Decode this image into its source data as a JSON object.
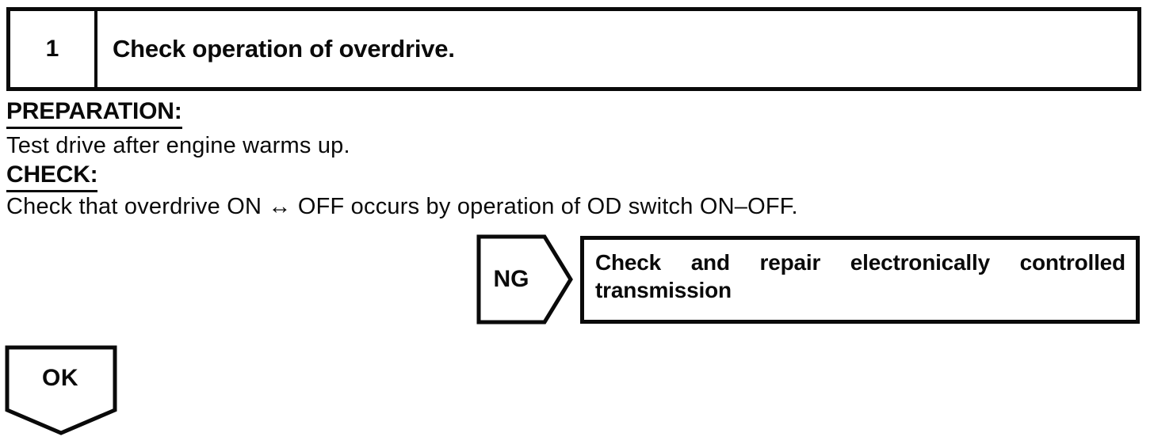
{
  "step_box": {
    "number": "1",
    "title": "Check operation of overdrive."
  },
  "preparation": {
    "heading": "PREPARATION:",
    "text": "Test drive after engine warms up."
  },
  "check": {
    "heading": "CHECK:",
    "text": "Check that overdrive ON ↔ OFF occurs by operation of OD switch ON–OFF."
  },
  "ng": {
    "label": "NG",
    "action_line1": "Check and repair electronically controlled",
    "action_line2": "transmission"
  },
  "ok": {
    "label": "OK"
  },
  "colors": {
    "ink": "#0a0a0a",
    "paper": "#ffffff"
  }
}
